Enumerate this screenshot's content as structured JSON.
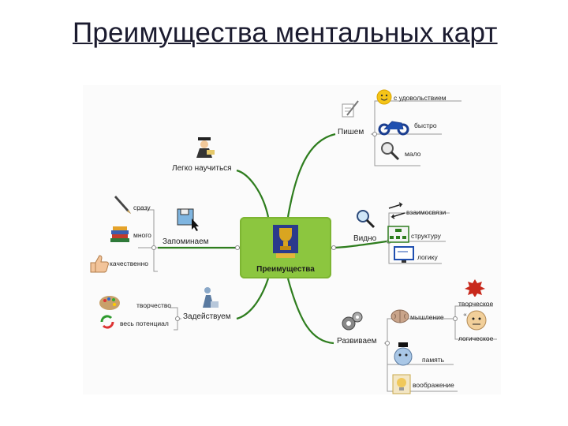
{
  "title": "Преимущества ментальных карт",
  "central": {
    "label": "Преимущества"
  },
  "branches": {
    "write": {
      "label": "Пишем",
      "items": [
        "с удовольствием",
        "быстро",
        "мало"
      ]
    },
    "learn": {
      "label": "Легко научиться"
    },
    "remember": {
      "label": "Запоминаем",
      "items": [
        "сразу",
        "много",
        "качественно"
      ]
    },
    "see": {
      "label": "Видно",
      "items": [
        "взаимосвязи",
        "структуру",
        "логику"
      ]
    },
    "engage": {
      "label": "Задействуем",
      "items": [
        "творчество",
        "весь потенциал"
      ]
    },
    "develop": {
      "label": "Развиваем",
      "items": [
        "мышление",
        "память",
        "воображение"
      ],
      "sub": [
        "творческое",
        "логическое"
      ]
    }
  },
  "colors": {
    "branch_line": "#2e7d1e",
    "central_fill": "#8cc63f",
    "leaf_line": "#9a9a9a"
  }
}
